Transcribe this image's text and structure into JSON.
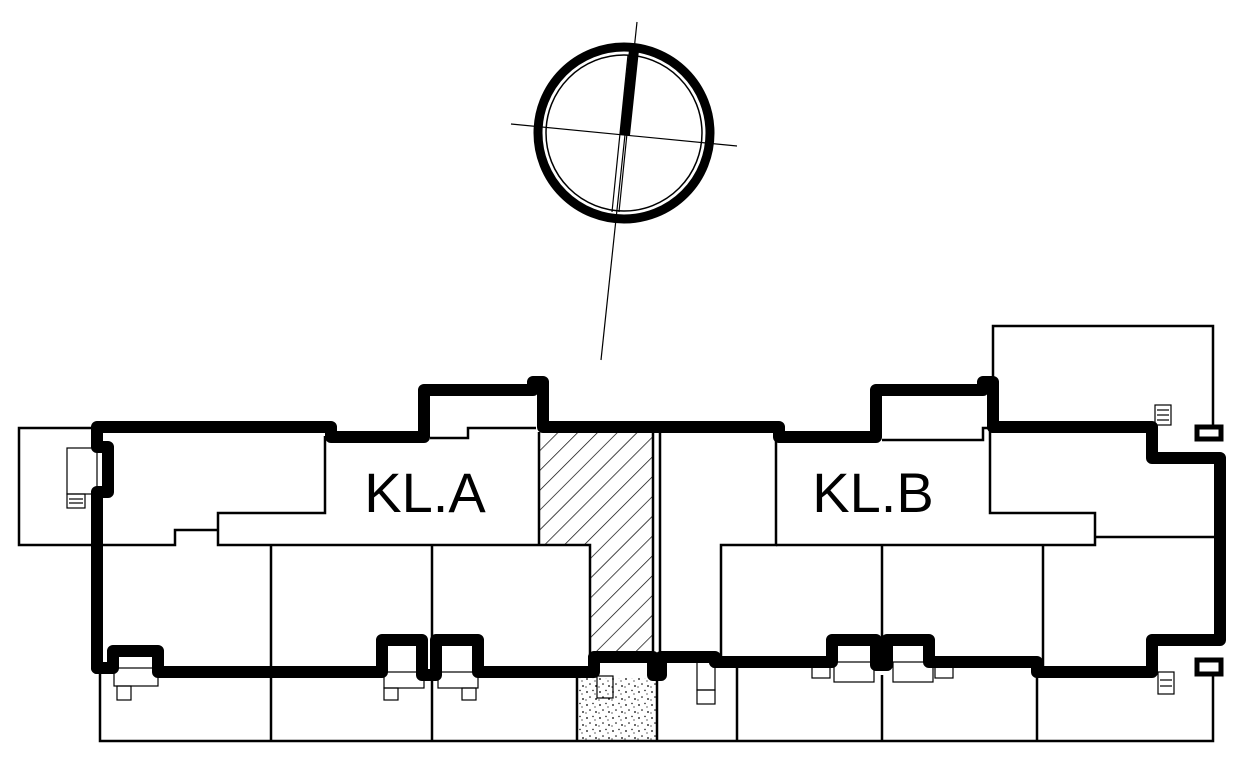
{
  "plan": {
    "buildings": [
      {
        "id": "a",
        "label": "KL.A"
      },
      {
        "id": "b",
        "label": "KL.B"
      }
    ],
    "north_arrow_icon": "north-arrow-compass-icon",
    "hatch_pattern": "diagonal-hatch",
    "stipple_pattern": "stipple-dots",
    "line_color": "#000000",
    "background_color": "#ffffff"
  }
}
